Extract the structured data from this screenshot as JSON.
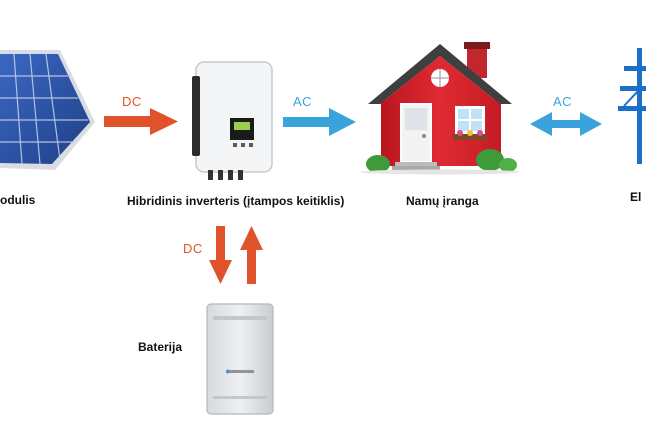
{
  "labels": {
    "solar": "odulis",
    "inverter": "Hibridinis inverteris (įtampos keitiklis)",
    "house": "Namų įranga",
    "grid": "El",
    "battery": "Baterija"
  },
  "flows": {
    "solar_to_inverter": "DC",
    "inverter_to_house": "AC",
    "house_grid": "AC",
    "inverter_battery": "DC"
  },
  "colors": {
    "dc_arrow": "#e0522a",
    "ac_arrow": "#3aa3dc",
    "house_wall": "#d8202a",
    "roof": "#3f3f3f",
    "panel": "#2a4f9c",
    "pole": "#1b6fc9"
  }
}
